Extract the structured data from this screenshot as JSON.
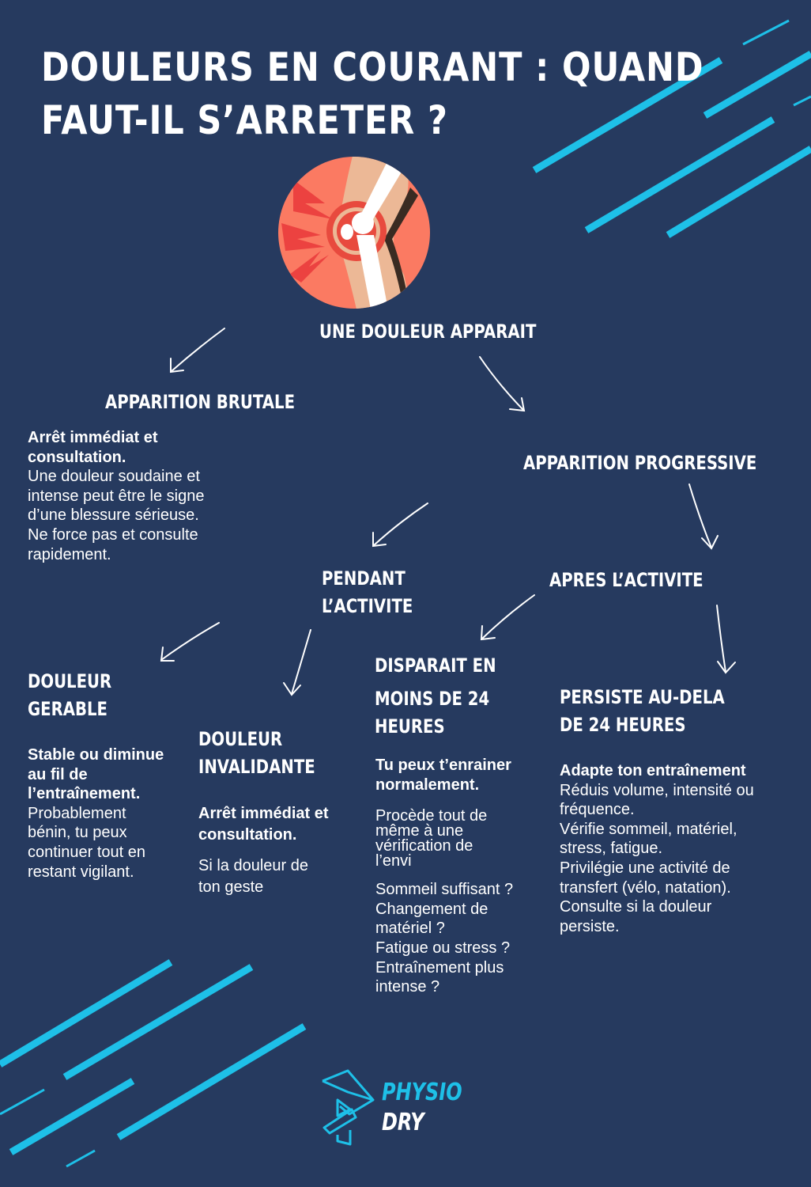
{
  "title": {
    "line1": "Douleurs en courant : quand",
    "line2": "faut-il s’arreter ?"
  },
  "colors": {
    "background": "#263a5f",
    "accent": "#1ec0e8",
    "text": "#ffffff"
  },
  "root": {
    "label": "Une douleur apparait"
  },
  "brutale": {
    "heading": "Apparition brutale",
    "bold": [
      "Arrêt immédiat et",
      "consultation."
    ],
    "text": [
      "Une douleur soudaine et",
      "intense peut être le signe",
      "d’une blessure sérieuse.",
      "Ne force pas et consulte",
      "rapidement."
    ]
  },
  "progressive": {
    "heading": "Apparition progressive"
  },
  "pendant": {
    "heading1": "Pendant",
    "heading2": "l’activite"
  },
  "apres": {
    "heading": "Apres l’activite"
  },
  "gerable": {
    "heading1": "Douleur",
    "heading2": "gerable",
    "bold": [
      "Stable ou diminue",
      "au fil de",
      "l’entraînement."
    ],
    "text": [
      "Probablement",
      "bénin, tu peux",
      "continuer tout en",
      "restant vigilant."
    ]
  },
  "invalidante": {
    "heading1": "Douleur",
    "heading2": "invalidante",
    "bold": [
      "Arrêt immédiat et",
      "consultation."
    ],
    "text": [
      "Si la douleur  de",
      "ton geste"
    ]
  },
  "disparait": {
    "heading1": "Disparait en",
    "heading2": "moins de 24",
    "heading3": "heures",
    "bold": [
      "Tu peux t’enrainer",
      "normalement."
    ],
    "text": [
      "Procède tout de",
      "même à une",
      "vérification de",
      "l’envi"
    ],
    "questions": [
      "Sommeil suffisant ?",
      "Changement de",
      "matériel ?",
      "Fatigue ou stress ?",
      "Entraînement plus",
      "intense ?"
    ]
  },
  "persiste": {
    "heading1": "Persiste au-dela",
    "heading2": "de 24 heures",
    "bold": [
      "Adapte ton entraînement"
    ],
    "text": [
      "Réduis volume, intensité ou",
      "fréquence.",
      "Vérifie sommeil, matériel,",
      "stress, fatigue.",
      "Privilégie une activité de",
      "transfert (vélo, natation).",
      "Consulte si la douleur",
      "persiste."
    ]
  },
  "logo": {
    "line1": "PHYSIO",
    "line2": "DRY"
  }
}
